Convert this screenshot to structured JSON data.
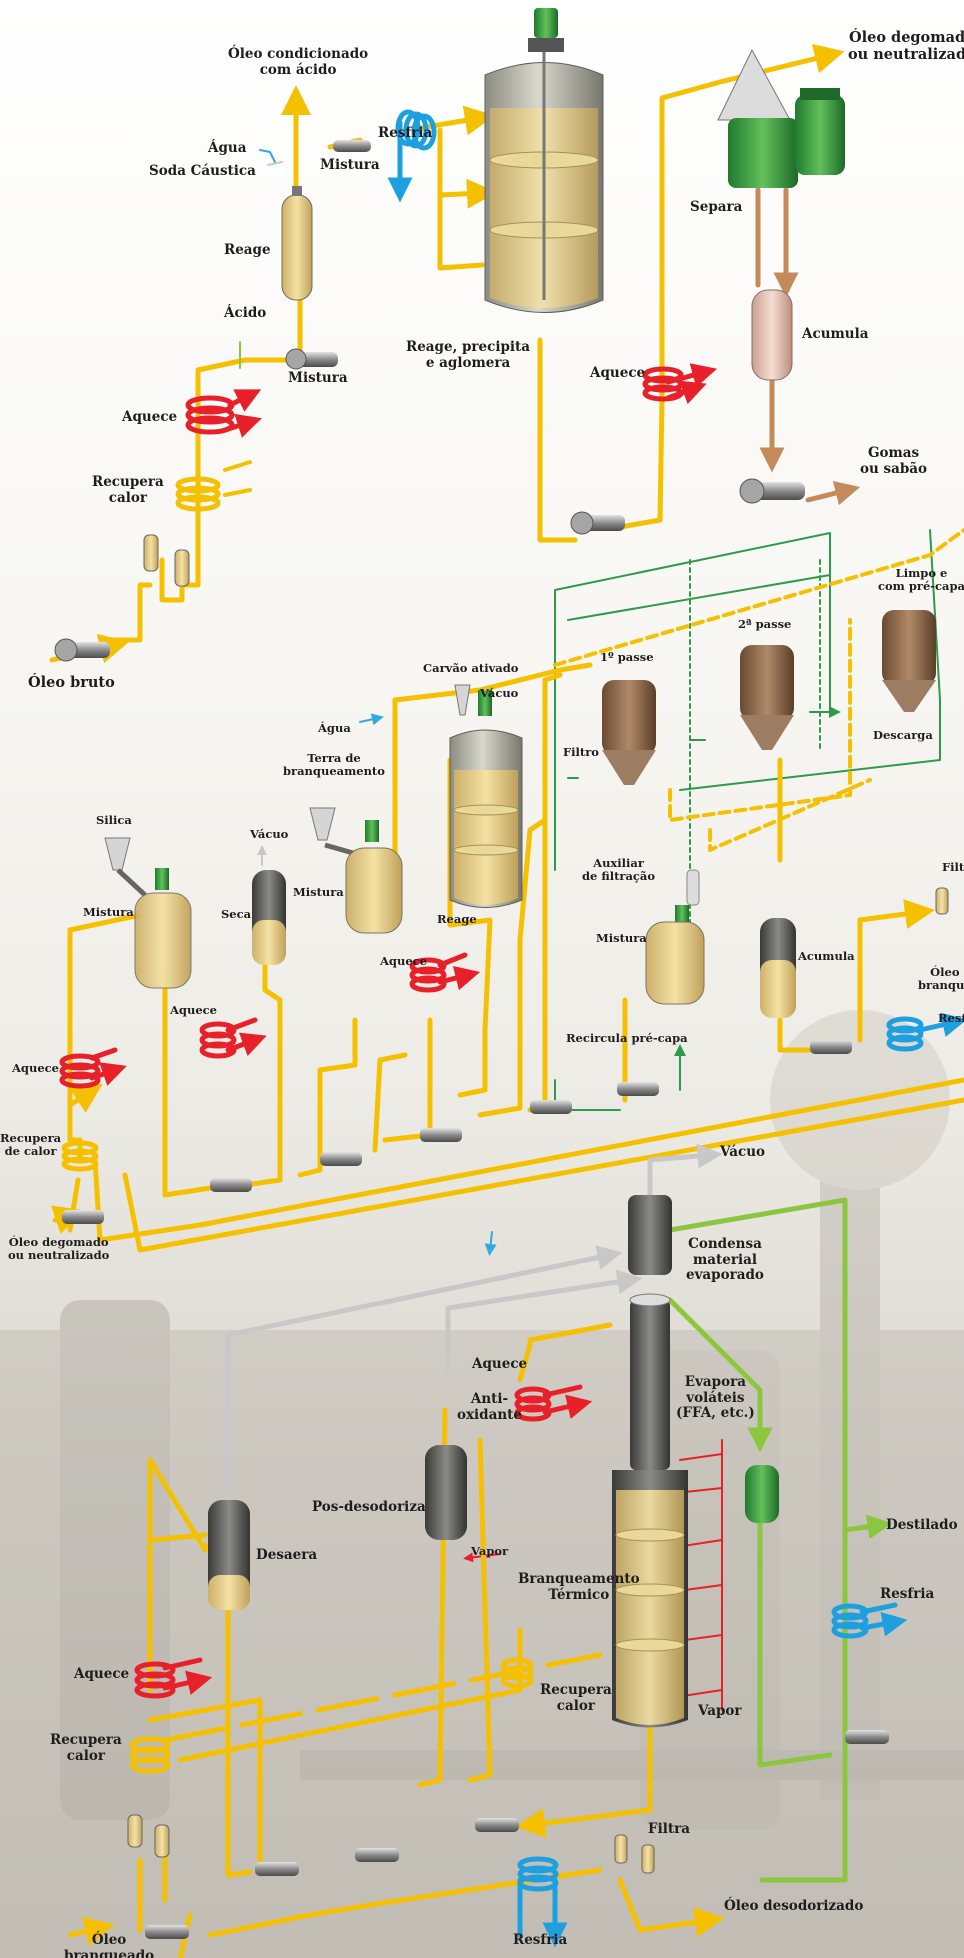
{
  "colors": {
    "oil": "#f5c000",
    "heat": "#e8202a",
    "cool": "#1e9fe0",
    "gray": "#c8c8c8",
    "green": "#2e9a4c",
    "lime": "#8cc63f",
    "brown": "#c58a5a",
    "water": "#31a9e1"
  },
  "icons": [
    "tank-icon",
    "pump-icon",
    "heater-coil-icon",
    "cooler-coil-icon",
    "heat-recovery-icon",
    "filter-icon",
    "separator-icon",
    "column-icon",
    "hopper-icon",
    "mixer-icon"
  ],
  "degumming": {
    "oleo_condicionado": "Óleo condicionado\ncom ácido",
    "agua": "Água",
    "soda_caustica": "Soda Cáustica",
    "mistura_top": "Mistura",
    "resfria": "Resfria",
    "reage": "Reage",
    "acido": "Ácido",
    "mistura_low": "Mistura",
    "aquece": "Aquece",
    "recupera_calor": "Recupera\ncalor",
    "oleo_bruto": "Óleo bruto",
    "reage_precipita": "Reage, precipita\ne aglomera",
    "oleo_degomado_out": "Óleo degomado\nou neutralizado",
    "separa": "Separa",
    "acumula": "Acumula",
    "aquece_right": "Aquece",
    "gomas": "Gomas\nou sabão"
  },
  "bleaching": {
    "carvao": "Carvão ativado",
    "vacuo_top": "Vácuo",
    "agua": "Água",
    "terra": "Terra de\nbranqueamento",
    "silica": "Silica",
    "vacuo_seca": "Vácuo",
    "seca": "Seca",
    "mistura_terra": "Mistura",
    "mistura_silica": "Mistura",
    "reage": "Reage",
    "aquece_1": "Aquece",
    "aquece_2": "Aquece",
    "aquece_3": "Aquece",
    "recupera_calor": "Recupera\nde calor",
    "oleo_in": "Óleo degomado\nou neutralizado",
    "filtro": "Filtro",
    "passe1": "1º passe",
    "passe2": "2ª passe",
    "limpo": "Limpo e\ncom pré-capa",
    "descarga": "Descarga",
    "auxiliar": "Auxiliar\nde filtração",
    "mistura_aux": "Mistura",
    "recircula": "Recircula pré-capa",
    "acumula": "Acumula",
    "filtra_edge": "Filtr",
    "oleo_branq": "Óleo\nbranque",
    "resfria_edge": "Resf"
  },
  "deodorizing": {
    "vacuo": "Vácuo",
    "condensa": "Condensa\nmaterial\nevaporado",
    "aquece_top": "Aquece",
    "antioxidante": "Anti-\noxidante",
    "evapora": "Evapora\nvoláteis\n(FFA, etc.)",
    "pos_desodoriza": "Pos-desodoriza",
    "vapor_small": "Vapor",
    "desaera": "Desaera",
    "destilado": "Destilado",
    "branqueamento": "Branqueamento\nTérmico",
    "resfria_right": "Resfria",
    "aquece_left": "Aquece",
    "recupera_left": "Recupera\ncalor",
    "recupera_mid": "Recupera\ncalor",
    "vapor_col": "Vapor",
    "filtra": "Filtra",
    "oleo_desodorizado": "Óleo desodorizado",
    "resfria_bottom": "Resfria",
    "oleo_in": "Óleo\nbranqueado"
  }
}
